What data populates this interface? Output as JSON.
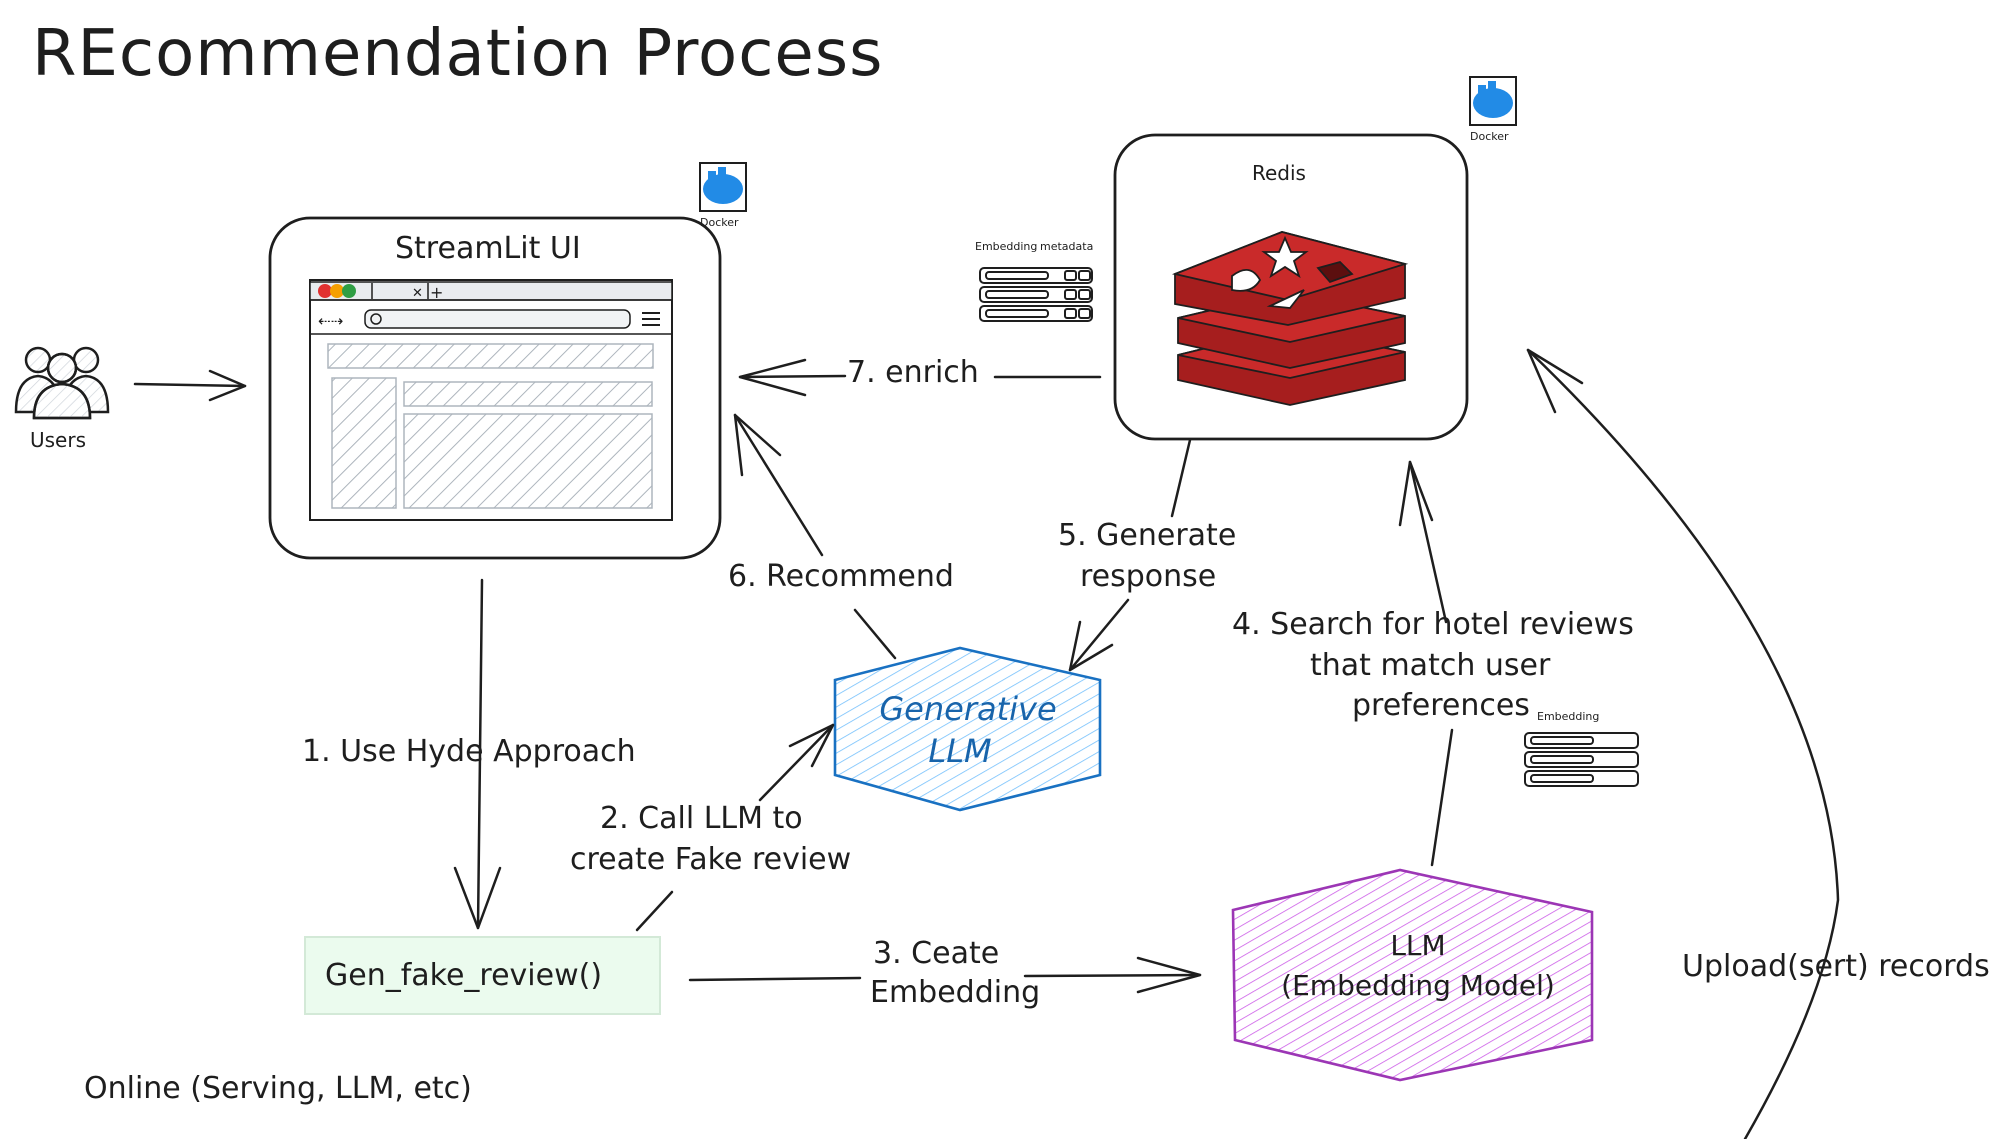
{
  "title": "REcommendation Process",
  "nodes": {
    "users": {
      "label": "Users"
    },
    "streamlit": {
      "label": "StreamLit UI"
    },
    "redis": {
      "label": "Redis",
      "embedding_label": "Embedding",
      "metadata_label": "metadata"
    },
    "docker1": {
      "label": "Docker"
    },
    "docker2": {
      "label": "Docker"
    },
    "gen_llm": {
      "line1": "Generative",
      "line2": "LLM"
    },
    "embed_llm": {
      "line1": "LLM",
      "line2": "(Embedding Model)"
    },
    "gen_fake": {
      "label": "Gen_fake_review()"
    },
    "embedding_store": {
      "label": "Embedding"
    }
  },
  "edges": {
    "step1": "1. Use Hyde Approach",
    "step2_line1": "2. Call LLM to",
    "step2_line2": "create Fake review",
    "step3_line1": "3. Ceate",
    "step3_line2": "Embedding",
    "step4_line1": "4. Search for hotel reviews",
    "step4_line2": "that match user",
    "step4_line3": "preferences",
    "step5_line1": "5. Generate",
    "step5_line2": "response",
    "step6": "6. Recommend",
    "step7": "7. enrich",
    "upload": "Upload(sert) records"
  },
  "footer": "Online (Serving, LLM, etc)",
  "colors": {
    "stroke": "#1e1e1e",
    "redis_red": "#c92a2a",
    "gen_llm_blue": "#1971c2",
    "embed_llm_purple": "#9c36b5",
    "gen_fake_fill": "#ebfbee",
    "docker_blue": "#228be6"
  }
}
